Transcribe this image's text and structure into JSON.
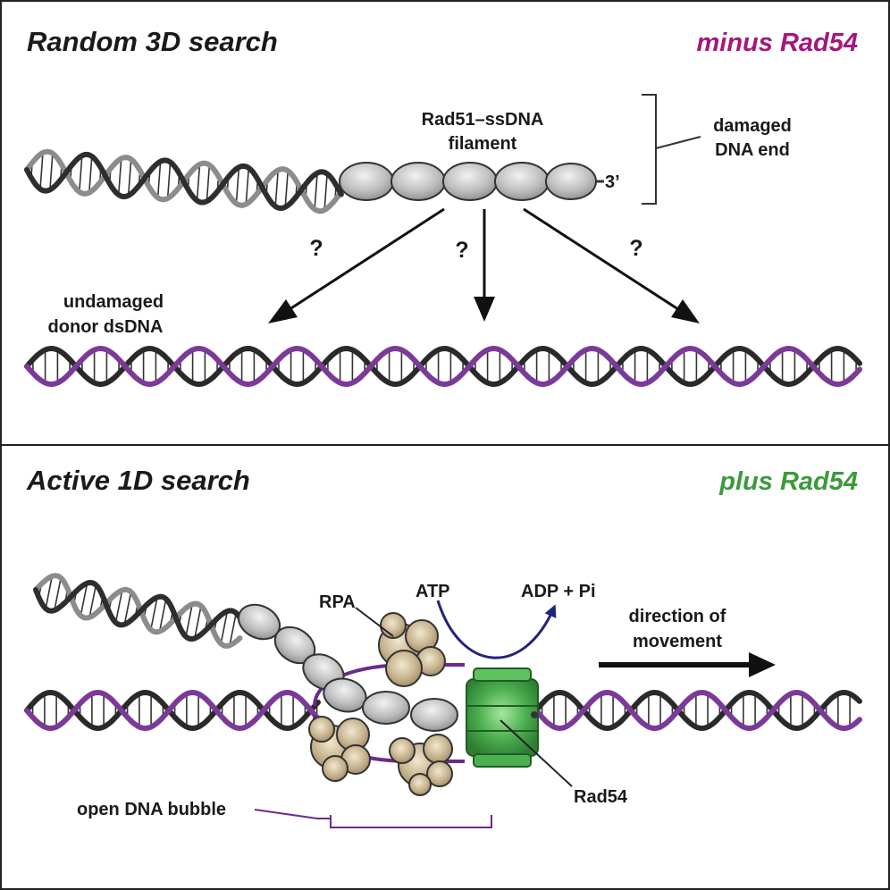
{
  "panels": {
    "top": {
      "title": "Random 3D search",
      "condition": "minus Rad54",
      "condition_color": "#a3177f",
      "filament_label_line1": "Rad51–ssDNA",
      "filament_label_line2": "filament",
      "three_prime": "3’",
      "damaged_line1": "damaged",
      "damaged_line2": "DNA end",
      "question_mark": "?",
      "donor_line1": "undamaged",
      "donor_line2": "donor dsDNA",
      "donor_color": "#6b2a8c"
    },
    "bottom": {
      "title": "Active 1D search",
      "condition": "plus Rad54",
      "condition_color": "#3b9a3b",
      "rpa_label": "RPA",
      "atp_label": "ATP",
      "adp_label": "ADP + Pi",
      "atp_color": "#22247a",
      "direction_line1": "direction of",
      "direction_line2": "movement",
      "rad54_label": "Rad54",
      "bubble_label": "open DNA bubble",
      "bubble_color": "#6b2a8c"
    }
  },
  "colors": {
    "helix_gray_dark": "#2e2e2e",
    "helix_gray_light": "#8c8c8c",
    "helix_purple": "#7b3a99",
    "rad51_fill": "#bdbdbd",
    "rpa_fill": "#c6b38e",
    "rad54_fill": "#4caf50"
  }
}
